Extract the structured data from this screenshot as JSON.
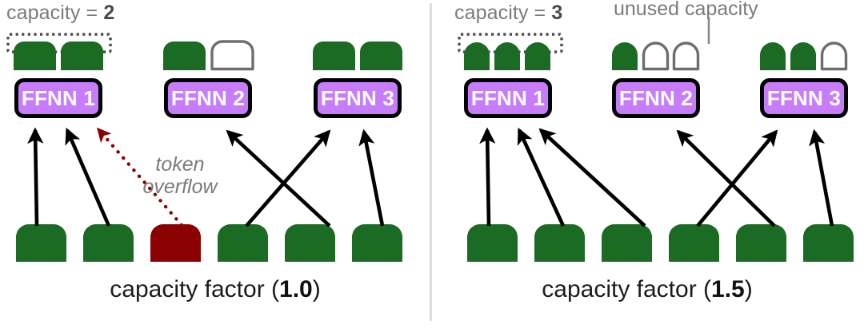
{
  "figure": {
    "type": "diagram",
    "topic": "Mixture-of-Experts expert capacity / capacity factor",
    "divider_color": "#d8d8d8"
  },
  "colors": {
    "token_green": "#1c6b24",
    "token_overflow_red": "#8b0000",
    "slot_empty_stroke": "#6e6e6e",
    "expert_fill": "#c77dfa",
    "expert_stroke": "#000000",
    "expert_label": "#ffffff",
    "arrow_black": "#000000",
    "arrow_overflow_red": "#8b0000",
    "annotation_gray": "#7b7b7b",
    "bracket_gray": "#5a5a5a",
    "caption_black": "#1c1c1c"
  },
  "panels": [
    {
      "id": "left",
      "caption_prefix": "capacity factor (",
      "caption_value": "1.0",
      "caption_suffix": ")",
      "capacity_label_prefix": "capacity = ",
      "capacity_label_value": "2",
      "capacity": 2,
      "experts": [
        {
          "label": "FFNN 1",
          "slots": [
            "filled",
            "filled"
          ],
          "bracketed": true
        },
        {
          "label": "FFNN 2",
          "slots": [
            "filled",
            "empty"
          ],
          "bracketed": false
        },
        {
          "label": "FFNN 3",
          "slots": [
            "filled",
            "filled"
          ],
          "bracketed": false
        }
      ],
      "tokens": [
        {
          "index": 1,
          "state": "routed"
        },
        {
          "index": 2,
          "state": "routed"
        },
        {
          "index": 3,
          "state": "overflow"
        },
        {
          "index": 4,
          "state": "routed"
        },
        {
          "index": 5,
          "state": "routed"
        },
        {
          "index": 6,
          "state": "routed"
        }
      ],
      "routes": [
        {
          "token": 1,
          "expert": "FFNN 1",
          "style": "solid"
        },
        {
          "token": 2,
          "expert": "FFNN 1",
          "style": "solid"
        },
        {
          "token": 3,
          "expert": "FFNN 1",
          "style": "dotted-overflow"
        },
        {
          "token": 4,
          "expert": "FFNN 3",
          "style": "solid"
        },
        {
          "token": 5,
          "expert": "FFNN 2",
          "style": "solid"
        },
        {
          "token": 6,
          "expert": "FFNN 3",
          "style": "solid"
        }
      ],
      "annotations": [
        {
          "name": "token-overflow",
          "line1": "token",
          "line2": "overflow"
        }
      ]
    },
    {
      "id": "right",
      "caption_prefix": "capacity factor (",
      "caption_value": "1.5",
      "caption_suffix": ")",
      "capacity_label_prefix": "capacity = ",
      "capacity_label_value": "3",
      "capacity": 3,
      "experts": [
        {
          "label": "FFNN 1",
          "slots": [
            "filled",
            "filled",
            "filled"
          ],
          "bracketed": true
        },
        {
          "label": "FFNN 2",
          "slots": [
            "filled",
            "empty",
            "empty"
          ],
          "bracketed": false
        },
        {
          "label": "FFNN 3",
          "slots": [
            "filled",
            "filled",
            "empty"
          ],
          "bracketed": false
        }
      ],
      "tokens": [
        {
          "index": 1,
          "state": "routed"
        },
        {
          "index": 2,
          "state": "routed"
        },
        {
          "index": 3,
          "state": "routed"
        },
        {
          "index": 4,
          "state": "routed"
        },
        {
          "index": 5,
          "state": "routed"
        },
        {
          "index": 6,
          "state": "routed"
        }
      ],
      "routes": [
        {
          "token": 1,
          "expert": "FFNN 1",
          "style": "solid"
        },
        {
          "token": 2,
          "expert": "FFNN 1",
          "style": "solid"
        },
        {
          "token": 3,
          "expert": "FFNN 1",
          "style": "solid"
        },
        {
          "token": 4,
          "expert": "FFNN 3",
          "style": "solid"
        },
        {
          "token": 5,
          "expert": "FFNN 2",
          "style": "solid"
        },
        {
          "token": 6,
          "expert": "FFNN 3",
          "style": "solid"
        }
      ],
      "annotations": [
        {
          "name": "unused-capacity",
          "text": "unused capacity"
        }
      ]
    }
  ]
}
